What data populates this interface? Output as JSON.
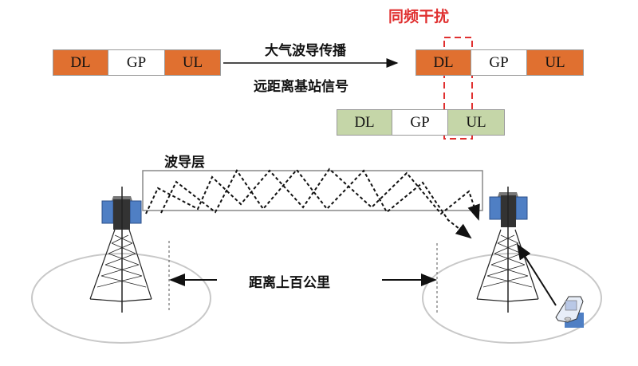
{
  "title_interference": "同频干扰",
  "propagation_label_top": "大气波导传播",
  "propagation_label_bottom": "远距离基站信号",
  "waveguide_label": "波导层",
  "distance_label": "距离上百公里",
  "colors": {
    "downlink_orange": "#e07030",
    "remote_green": "#c5d6a8",
    "guard_white": "#ffffff",
    "interference_red": "#e03030",
    "antenna_blue": "#4f7fc4"
  },
  "frames": {
    "local_left": [
      {
        "label": "DL",
        "color": "#e07030"
      },
      {
        "label": "GP",
        "color": "#ffffff"
      },
      {
        "label": "UL",
        "color": "#e07030"
      }
    ],
    "victim_right": [
      {
        "label": "DL",
        "color": "#e07030"
      },
      {
        "label": "GP",
        "color": "#ffffff"
      },
      {
        "label": "UL",
        "color": "#e07030"
      }
    ],
    "delayed_remote": [
      {
        "label": "DL",
        "color": "#c5d6a8"
      },
      {
        "label": "GP",
        "color": "#ffffff"
      },
      {
        "label": "UL",
        "color": "#c5d6a8"
      }
    ]
  }
}
